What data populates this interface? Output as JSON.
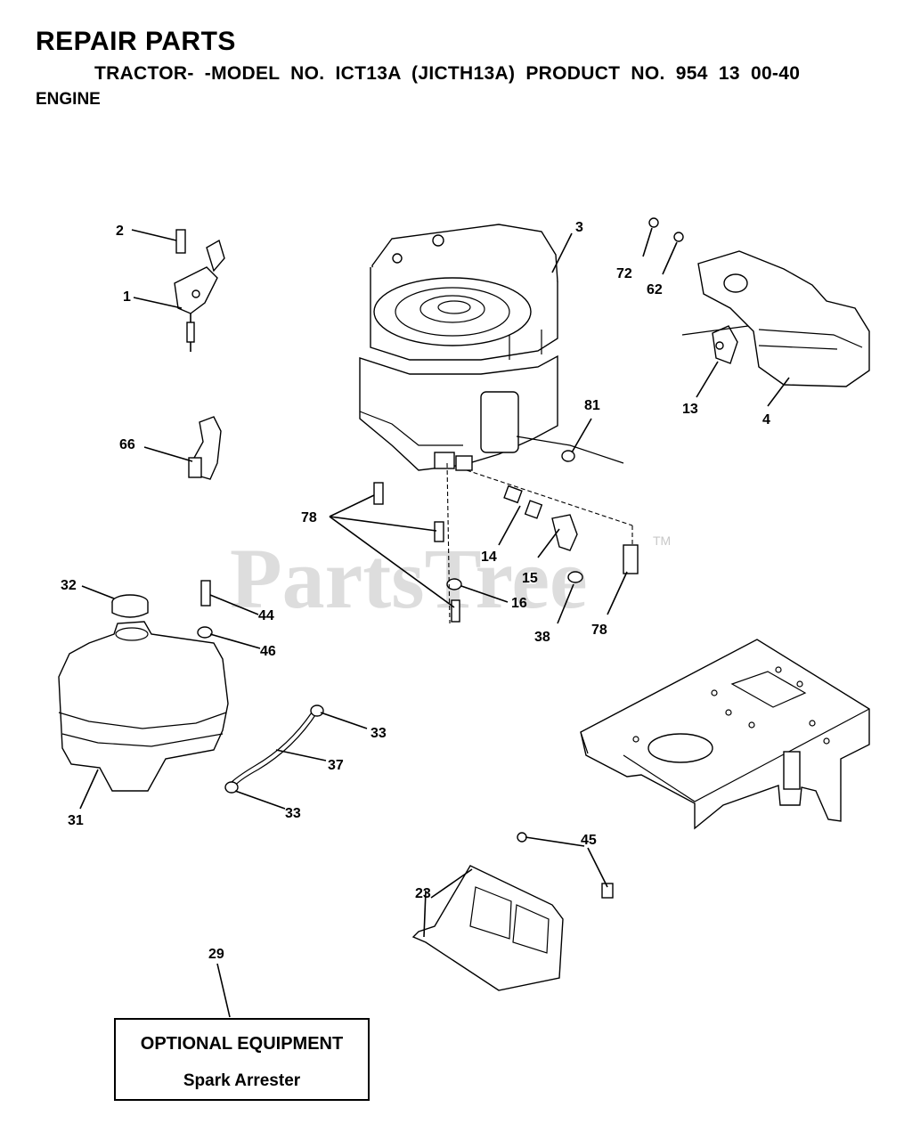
{
  "header": {
    "title": "REPAIR PARTS",
    "subtitle": "TRACTOR- -MODEL NO. ICT13A (JICTH13A) PRODUCT NO. 954 13 00-40",
    "section": "ENGINE"
  },
  "watermark": {
    "text": "PartsTree",
    "trademark": "TM"
  },
  "callouts": {
    "c1": "1",
    "c2": "2",
    "c3": "3",
    "c4": "4",
    "c13": "13",
    "c14": "14",
    "c15": "15",
    "c16": "16",
    "c23": "23",
    "c29": "29",
    "c31": "31",
    "c32": "32",
    "c33a": "33",
    "c33b": "33",
    "c37": "37",
    "c38": "38",
    "c44": "44",
    "c45": "45",
    "c46": "46",
    "c62": "62",
    "c66": "66",
    "c72": "72",
    "c78a": "78",
    "c78b": "78",
    "c81": "81"
  },
  "optional_equipment": {
    "title": "OPTIONAL EQUIPMENT",
    "item": "Spark Arrester"
  }
}
